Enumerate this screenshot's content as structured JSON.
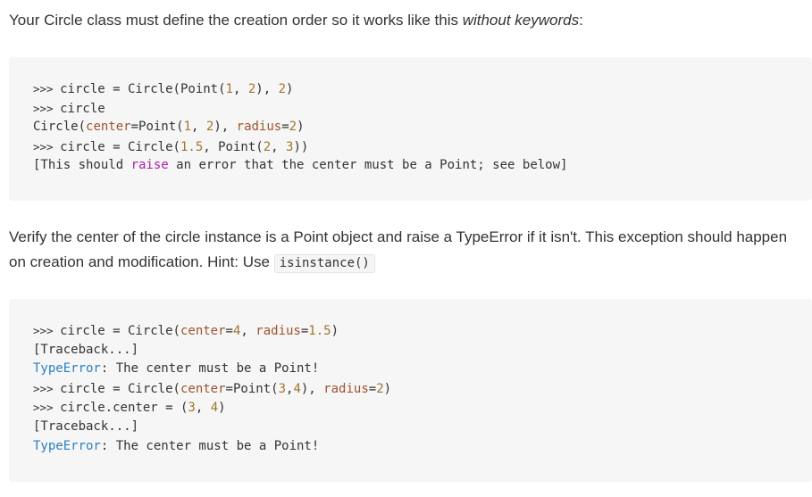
{
  "intro": {
    "before": "Your Circle class must define the creation order so it works like this ",
    "emphasis": "without keywords",
    "after": ":"
  },
  "block1": {
    "lines": [
      {
        "prompt": ">>> ",
        "tokens": [
          {
            "t": "circle = Circle(Point(",
            "c": ""
          },
          {
            "t": "1",
            "c": "num"
          },
          {
            "t": ", ",
            "c": ""
          },
          {
            "t": "2",
            "c": "num"
          },
          {
            "t": "), ",
            "c": ""
          },
          {
            "t": "2",
            "c": "num"
          },
          {
            "t": ")",
            "c": ""
          }
        ]
      },
      {
        "prompt": ">>> ",
        "tokens": [
          {
            "t": "circle",
            "c": ""
          }
        ]
      },
      {
        "prompt": "",
        "tokens": [
          {
            "t": "Circle(",
            "c": ""
          },
          {
            "t": "center",
            "c": "kw"
          },
          {
            "t": "=Point(",
            "c": ""
          },
          {
            "t": "1",
            "c": "num"
          },
          {
            "t": ", ",
            "c": ""
          },
          {
            "t": "2",
            "c": "num"
          },
          {
            "t": "), ",
            "c": ""
          },
          {
            "t": "radius",
            "c": "kw"
          },
          {
            "t": "=",
            "c": ""
          },
          {
            "t": "2",
            "c": "num"
          },
          {
            "t": ")",
            "c": ""
          }
        ]
      },
      {
        "prompt": ">>> ",
        "tokens": [
          {
            "t": "circle = Circle(",
            "c": ""
          },
          {
            "t": "1.5",
            "c": "num"
          },
          {
            "t": ", Point(",
            "c": ""
          },
          {
            "t": "2",
            "c": "num"
          },
          {
            "t": ", ",
            "c": ""
          },
          {
            "t": "3",
            "c": "num"
          },
          {
            "t": "))",
            "c": ""
          }
        ]
      },
      {
        "prompt": "",
        "tokens": [
          {
            "t": "[This should ",
            "c": ""
          },
          {
            "t": "raise",
            "c": "raise"
          },
          {
            "t": " an error that the center must be a Point; see below]",
            "c": ""
          }
        ]
      }
    ]
  },
  "verify": {
    "text": "Verify the center of the circle instance is a Point object and raise a TypeError if it isn't. This exception should happen on creation and modification. Hint: Use ",
    "code": "isinstance()"
  },
  "block2": {
    "lines": [
      {
        "prompt": ">>> ",
        "tokens": [
          {
            "t": "circle = Circle(",
            "c": ""
          },
          {
            "t": "center",
            "c": "kw"
          },
          {
            "t": "=",
            "c": ""
          },
          {
            "t": "4",
            "c": "num"
          },
          {
            "t": ", ",
            "c": ""
          },
          {
            "t": "radius",
            "c": "kw"
          },
          {
            "t": "=",
            "c": ""
          },
          {
            "t": "1.5",
            "c": "num"
          },
          {
            "t": ")",
            "c": ""
          }
        ]
      },
      {
        "prompt": "",
        "tokens": [
          {
            "t": "[Traceback...]",
            "c": ""
          }
        ]
      },
      {
        "prompt": "",
        "tokens": [
          {
            "t": "TypeError",
            "c": "err"
          },
          {
            "t": ": The center must be a Point!",
            "c": ""
          }
        ]
      },
      {
        "prompt": ">>> ",
        "tokens": [
          {
            "t": "circle = Circle(",
            "c": ""
          },
          {
            "t": "center",
            "c": "kw"
          },
          {
            "t": "=Point(",
            "c": ""
          },
          {
            "t": "3",
            "c": "num"
          },
          {
            "t": ",",
            "c": ""
          },
          {
            "t": "4",
            "c": "num"
          },
          {
            "t": "), ",
            "c": ""
          },
          {
            "t": "radius",
            "c": "kw"
          },
          {
            "t": "=",
            "c": ""
          },
          {
            "t": "2",
            "c": "num"
          },
          {
            "t": ")",
            "c": ""
          }
        ]
      },
      {
        "prompt": ">>> ",
        "tokens": [
          {
            "t": "circle.center = (",
            "c": ""
          },
          {
            "t": "3",
            "c": "num"
          },
          {
            "t": ", ",
            "c": ""
          },
          {
            "t": "4",
            "c": "num"
          },
          {
            "t": ")",
            "c": ""
          }
        ]
      },
      {
        "prompt": "",
        "tokens": [
          {
            "t": "[Traceback...]",
            "c": ""
          }
        ]
      },
      {
        "prompt": "",
        "tokens": [
          {
            "t": "TypeError",
            "c": "err"
          },
          {
            "t": ": The center must be a Point!",
            "c": ""
          }
        ]
      }
    ]
  },
  "colors": {
    "keyword": "#a0522d",
    "number": "#a0762d",
    "error": "#2a7fc1",
    "raise": "#b01fa8",
    "code_bg": "#f6f6f6"
  }
}
